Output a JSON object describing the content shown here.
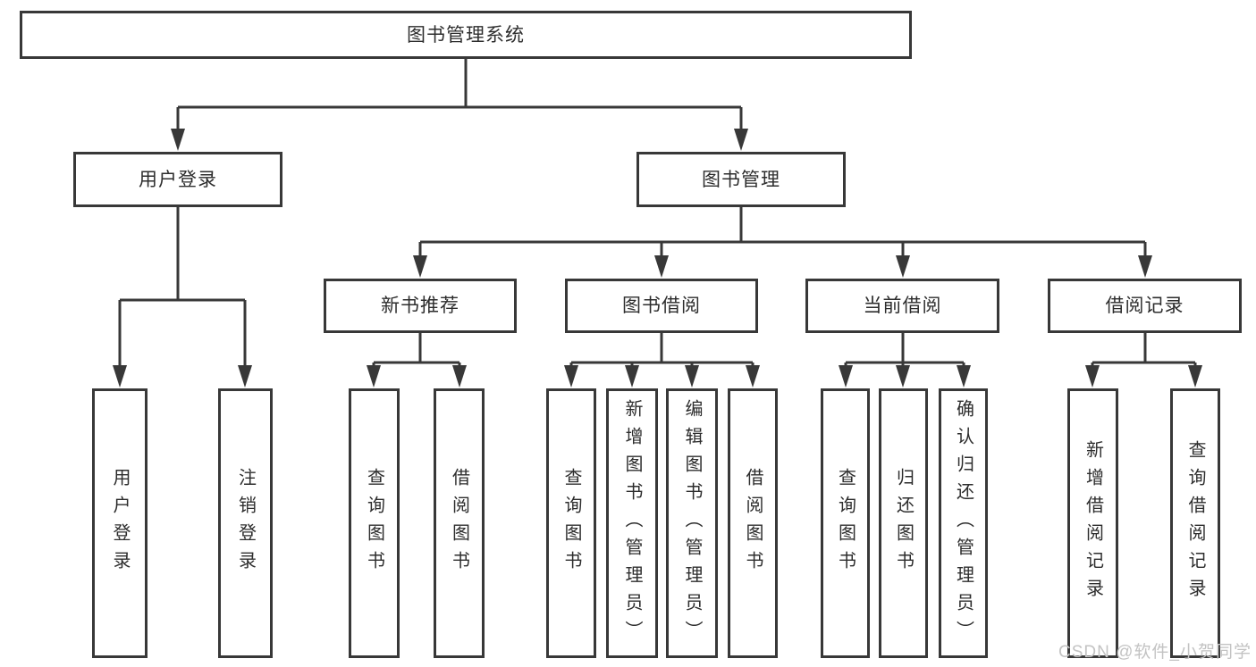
{
  "diagram_title": "图书管理系统",
  "tree": {
    "root": {
      "label": "图书管理系统"
    },
    "branches": [
      {
        "label": "用户登录",
        "children": [
          "用户登录",
          "注销登录"
        ]
      },
      {
        "label": "图书管理",
        "sections": [
          {
            "label": "新书推荐",
            "children": [
              "查询图书",
              "借阅图书"
            ]
          },
          {
            "label": "图书借阅",
            "children": [
              "查询图书",
              "新增图书（管理员）",
              "编辑图书（管理员）",
              "借阅图书"
            ]
          },
          {
            "label": "当前借阅",
            "children": [
              "查询图书",
              "归还图书",
              "确认归还（管理员）"
            ]
          },
          {
            "label": "借阅记录",
            "children": [
              "新增借阅记录",
              "查询借阅记录"
            ]
          }
        ]
      }
    ]
  },
  "watermark": "CSDN @软件_小贺同学",
  "colors": {
    "line": "#383838",
    "box_border": "#383838",
    "box_fill": "#ffffff",
    "text": "#2d2d2d",
    "watermark": "#c3c3c3",
    "background": "#ffffff"
  }
}
